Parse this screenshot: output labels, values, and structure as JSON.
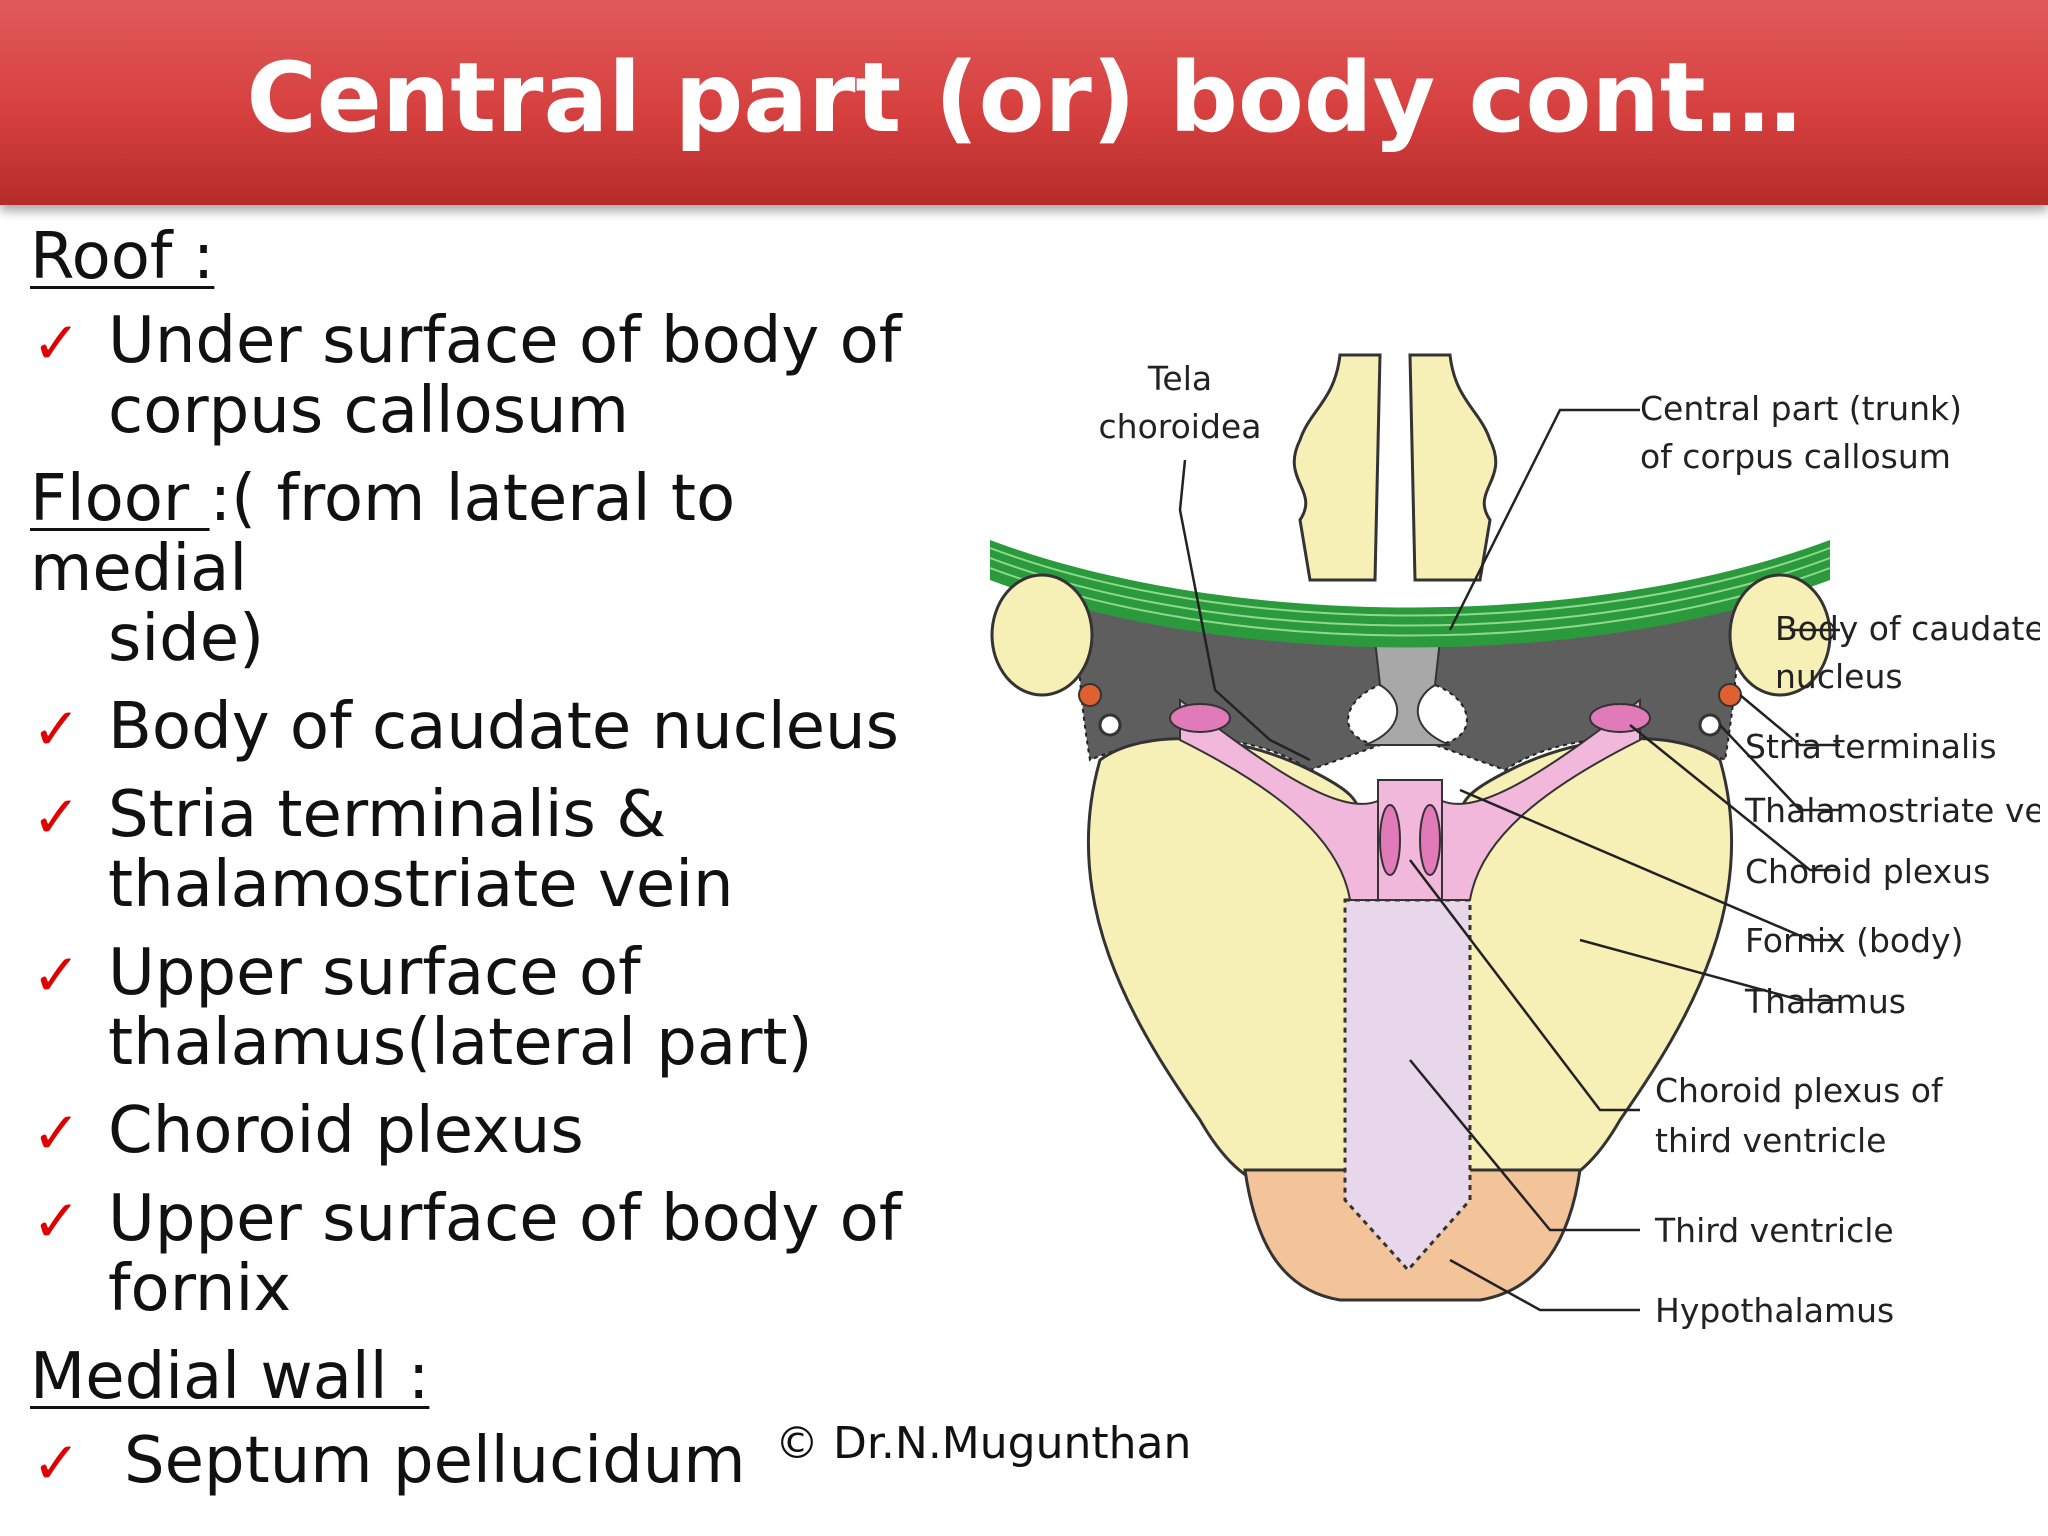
{
  "title": "Central part (or) body cont…",
  "roof": {
    "heading": "Roof :",
    "items": [
      "Under surface of body of corpus callosum"
    ]
  },
  "floor": {
    "heading": "Floor ",
    "heading_rest": ":( from lateral to medial",
    "heading_cont": "side)",
    "items": [
      "Body of caudate nucleus",
      "Stria terminalis & thalamostriate vein",
      "Upper surface of thalamus(lateral part)",
      "Choroid plexus",
      "Upper surface of body of fornix"
    ]
  },
  "medial_wall": {
    "heading": "Medial wall :",
    "items": [
      "Septum pellucidum"
    ]
  },
  "check_icon": "checkmark-icon",
  "check_color": "#e00000",
  "credit": "© Dr.N.Mugunthan",
  "diagram": {
    "labels": {
      "tela_1": "Tela",
      "tela_2": "choroidea",
      "cc_1": "Central part (trunk)",
      "cc_2": "of corpus callosum",
      "caudate_1": "Body of caudate",
      "caudate_2": "nucleus",
      "stria": "Stria terminalis",
      "vein": "Thalamostriate vein",
      "choroid": "Choroid plexus",
      "fornix": "Fornix (body)",
      "thalamus": "Thalamus",
      "cp3_1": "Choroid plexus of",
      "cp3_2": "third ventricle",
      "third_ventricle": "Third ventricle",
      "hypothalamus": "Hypothalamus"
    },
    "colors": {
      "corpus_callosum": "#2a9a3c",
      "thalamus": "#f6efb6",
      "caudate": "#f6efb6",
      "ventricle": "#606060",
      "choroid": "#e07ab8",
      "hypothalamus": "#f3c39a",
      "third_ventricle": "#e8d6ea",
      "stria": "#e06030"
    }
  }
}
